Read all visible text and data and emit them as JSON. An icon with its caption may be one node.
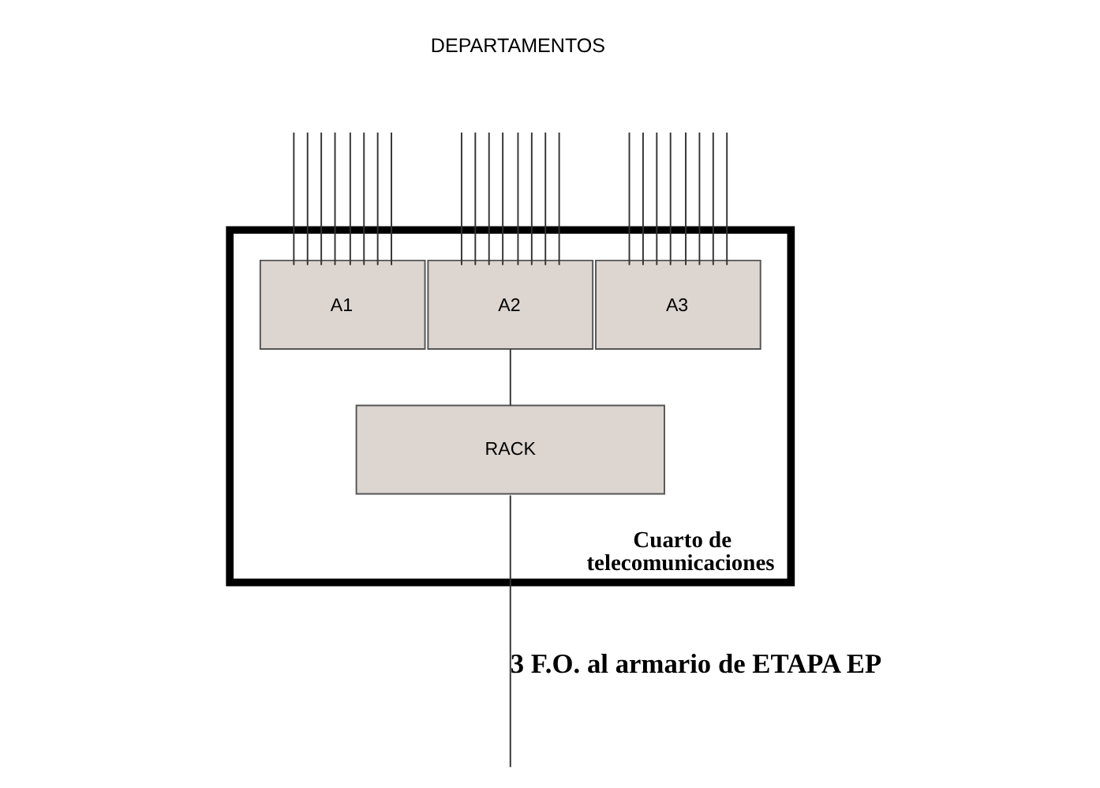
{
  "diagram": {
    "nodes": [
      {
        "text": [
          "Cuarto de telecomunicaciones"
        ]
      },
      {
        "text": [
          "A1"
        ],
        "in": 0
      },
      {
        "text": [
          "A2"
        ],
        "in": 0
      },
      {
        "text": [
          "A3"
        ],
        "in": 0
      },
      {
        "text": [
          "RACK"
        ],
        "in": 0
      }
    ],
    "edges": [
      {
        "from": 1,
        "to": null,
        "arrow": "none"
      },
      {
        "from": 1,
        "to": null,
        "arrow": "none"
      },
      {
        "from": 1,
        "to": null,
        "arrow": "none"
      },
      {
        "from": 1,
        "to": null,
        "arrow": "none"
      },
      {
        "from": 1,
        "to": null,
        "arrow": "none"
      },
      {
        "from": 1,
        "to": null,
        "arrow": "none"
      },
      {
        "from": 1,
        "to": null,
        "arrow": "none"
      },
      {
        "from": 1,
        "to": null,
        "arrow": "none"
      },
      {
        "from": 2,
        "to": null,
        "arrow": "none"
      },
      {
        "from": 2,
        "to": null,
        "arrow": "none"
      },
      {
        "from": 2,
        "to": null,
        "arrow": "none"
      },
      {
        "from": 2,
        "to": null,
        "arrow": "none"
      },
      {
        "from": 2,
        "to": null,
        "arrow": "none"
      },
      {
        "from": 2,
        "to": null,
        "arrow": "none"
      },
      {
        "from": 2,
        "to": null,
        "arrow": "none"
      },
      {
        "from": 2,
        "to": null,
        "arrow": "none"
      },
      {
        "from": 3,
        "to": null,
        "arrow": "none"
      },
      {
        "from": 3,
        "to": null,
        "arrow": "none"
      },
      {
        "from": 3,
        "to": null,
        "arrow": "none"
      },
      {
        "from": 3,
        "to": null,
        "arrow": "none"
      },
      {
        "from": 3,
        "to": null,
        "arrow": "none"
      },
      {
        "from": 3,
        "to": null,
        "arrow": "none"
      },
      {
        "from": 3,
        "to": null,
        "arrow": "none"
      },
      {
        "from": 3,
        "to": null,
        "arrow": "none"
      },
      {
        "from": 2,
        "to": 4,
        "arrow": "none"
      },
      {
        "from": 4,
        "to": null,
        "arrow": "none",
        "label": "3 F.O. al armario de ETAPA EP"
      }
    ],
    "labels": [
      "DEPARTAMENTOS"
    ]
  }
}
